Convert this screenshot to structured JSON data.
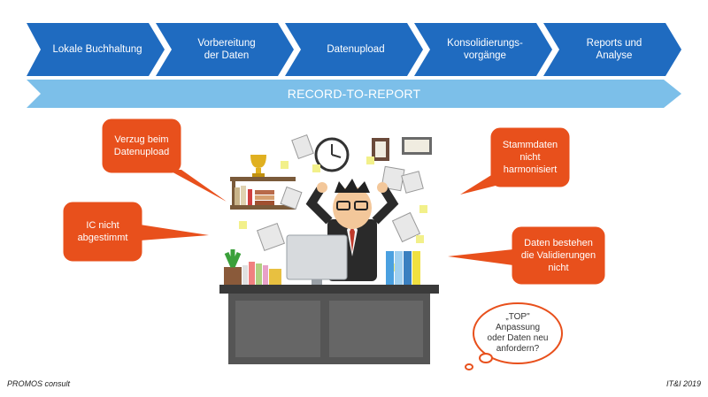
{
  "process": {
    "steps": [
      {
        "label": "Lokale Buchhaltung"
      },
      {
        "label": "Vorbereitung\nder Daten"
      },
      {
        "label": "Datenupload"
      },
      {
        "label": "Konsolidierungs-\nvorgänge"
      },
      {
        "label": "Reports und\nAnalyse"
      }
    ],
    "banner": "RECORD-TO-REPORT"
  },
  "issues": [
    {
      "text": "Verzug beim\nDatenupload"
    },
    {
      "text": "IC nicht\nabgestimmt"
    },
    {
      "text": "Stammdaten\nnicht\nharmonisiert"
    },
    {
      "text": "Daten bestehen\ndie Validierungen\nnicht"
    }
  ],
  "thought": {
    "text": "„TOP\"\nAnpassung\noder Daten neu\nanfordern?"
  },
  "footer": {
    "left": "PROMOS consult",
    "right": "IT&I 2019"
  },
  "colors": {
    "chevron": "#1f6bc0",
    "banner": "#7cbfe9",
    "bubble": "#e8501c",
    "thought_border": "#e8501c"
  }
}
